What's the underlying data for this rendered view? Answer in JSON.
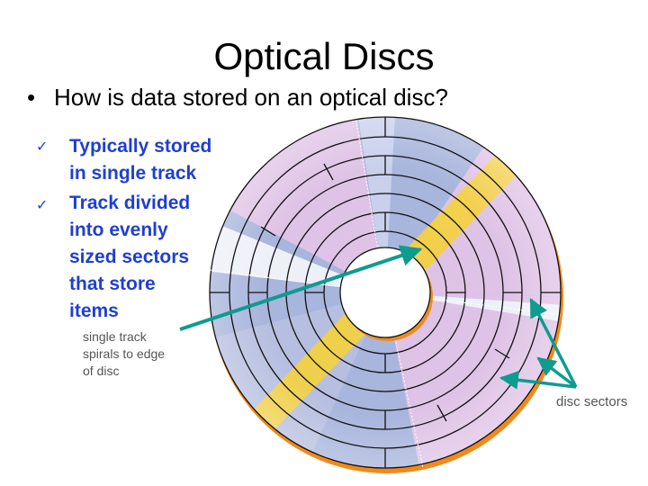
{
  "slide": {
    "title": "Optical Discs",
    "bullet_symbol": "•",
    "bullet": "How is data stored on an optical disc?",
    "check_symbol": "✓",
    "points": [
      {
        "lines": [
          "Typically stored",
          "in single track"
        ]
      },
      {
        "lines": [
          "Track divided",
          "into evenly",
          "sized sectors",
          "that store",
          "items"
        ]
      }
    ],
    "track_note": [
      "single track",
      "spirals to edge",
      "of disc"
    ],
    "sector_label": "disc sectors"
  },
  "colors": {
    "accent_text": "#1f3fd0",
    "note_text": "#555555",
    "arrow": "#0e9b90",
    "disc_blue": "#a8b5dc",
    "disc_pink": "#dfc3e6",
    "track_highlight": "#f5d23c",
    "disc_edge": "#f08a1c"
  }
}
